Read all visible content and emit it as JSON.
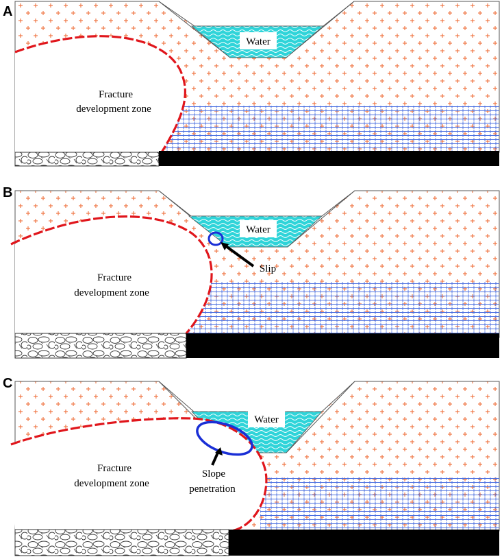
{
  "panels": [
    {
      "label": "A",
      "water_label": "Water",
      "zone_label_line1": "Fracture",
      "zone_label_line2": "development zone"
    },
    {
      "label": "B",
      "water_label": "Water",
      "zone_label_line1": "Fracture",
      "zone_label_line2": "development zone",
      "annotation": "Slip"
    },
    {
      "label": "C",
      "water_label": "Water",
      "zone_label_line1": "Fracture",
      "zone_label_line2": "development zone",
      "annotation_line1": "Slope",
      "annotation_line2": "penetration"
    }
  ],
  "colors": {
    "boundary_dash": "#e0161c",
    "rock_plus": "#f07a4a",
    "water": "#2fd4d9",
    "aquifer_brick": "#4a6fe0",
    "marker_ellipse": "#1a2fd6",
    "coal": "#000000",
    "gob": "#444444"
  }
}
